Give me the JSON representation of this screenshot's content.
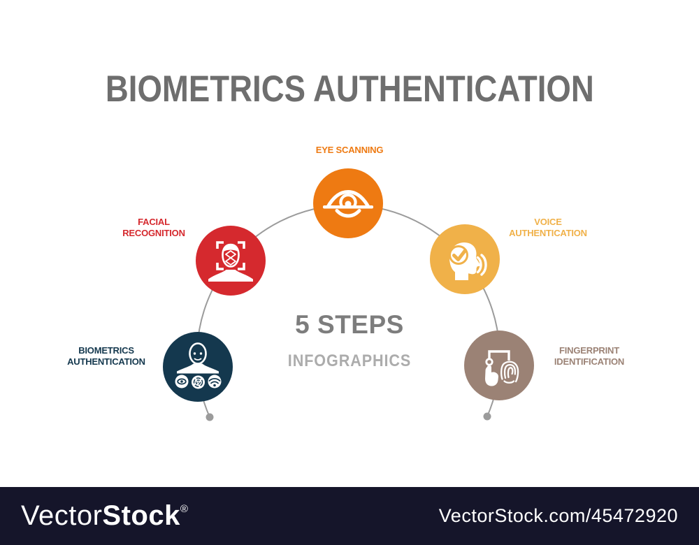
{
  "title": "BIOMETRICS AUTHENTICATION",
  "center": {
    "headline": "5 STEPS",
    "subheadline": "INFOGRAPHICS"
  },
  "steps": [
    {
      "label": "BIOMETRICS\nAUTHENTICATION",
      "color": "#14384E",
      "icon": "biometrics-authentication-icon"
    },
    {
      "label": "FACIAL\nRECOGNITION",
      "color": "#D5292E",
      "icon": "facial-recognition-icon"
    },
    {
      "label": "EYE SCANNING",
      "color": "#EE7A12",
      "icon": "eye-scanning-icon"
    },
    {
      "label": "VOICE\nAUTHENTICATION",
      "color": "#F0B149",
      "icon": "voice-authentication-icon"
    },
    {
      "label": "FINGERPRINT\nIDENTIFICATION",
      "color": "#9B8275",
      "icon": "fingerprint-identification-icon"
    }
  ],
  "colors": {
    "title": "#6E6E6E",
    "headline": "#7D7D7D",
    "subheadline": "#ACACAC",
    "connector": "#9B9B9B",
    "watermark_bar": "#15152A",
    "watermark_text": "#FFFFFF"
  },
  "watermark": {
    "brand_light": "Vector",
    "brand_bold": "Stock",
    "registered": "®",
    "item_url": "VectorStock.com/45472920"
  }
}
